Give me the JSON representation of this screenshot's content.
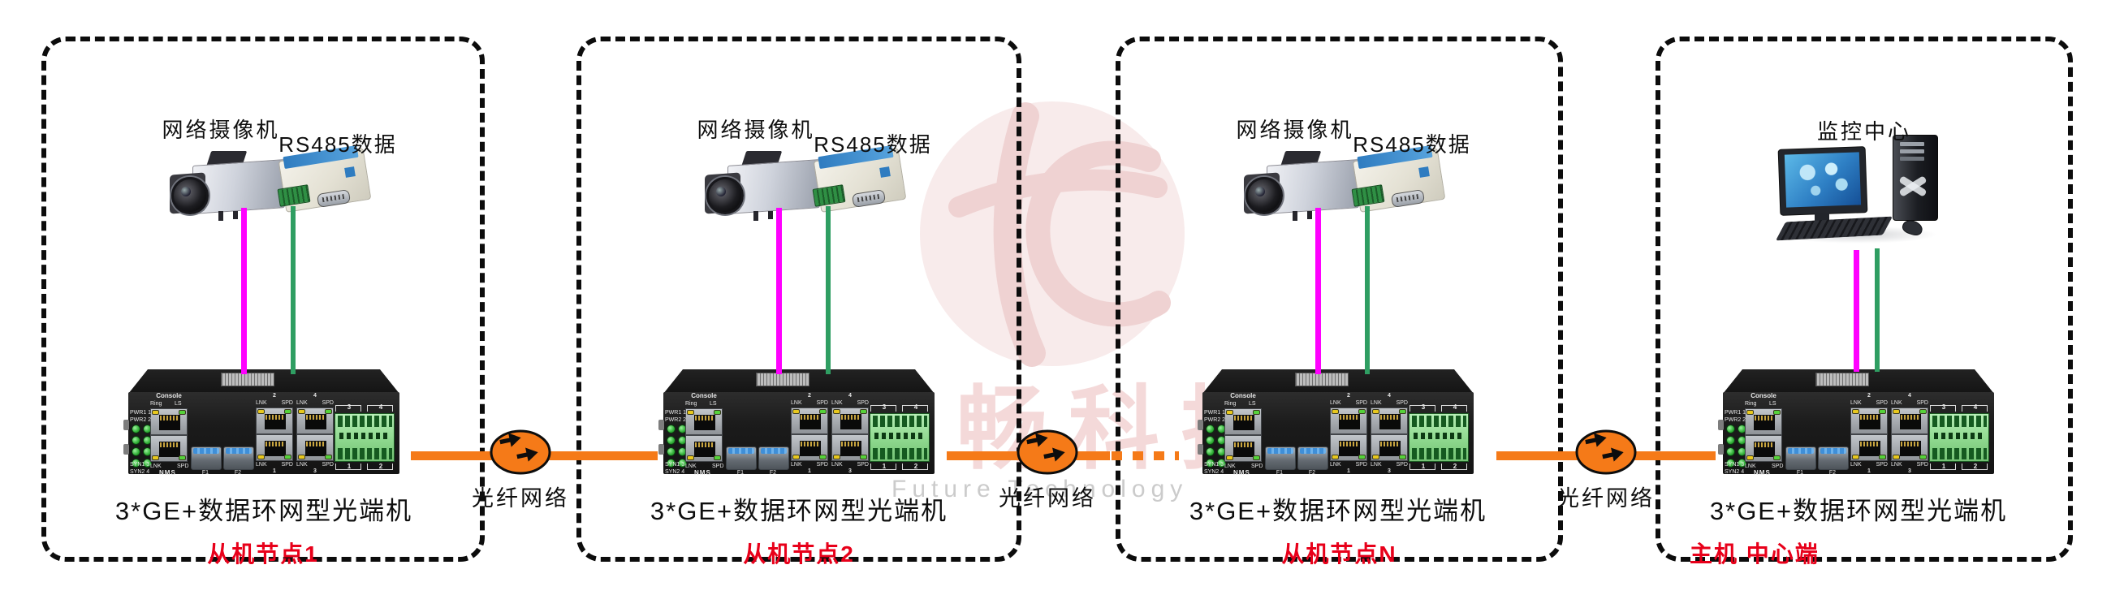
{
  "watermark": {
    "cn_text": "畅科技",
    "en_text": "Future Technology"
  },
  "nodes": [
    {
      "id": "node-1",
      "type": "camera",
      "camera_label": "网络摄像机",
      "rs485_label": "RS485数据",
      "device_label": "3*GE+数据环网型光端机",
      "node_label": "从机节点1"
    },
    {
      "id": "node-2",
      "type": "camera",
      "camera_label": "网络摄像机",
      "rs485_label": "RS485数据",
      "device_label": "3*GE+数据环网型光端机",
      "node_label": "从机节点2"
    },
    {
      "id": "node-3",
      "type": "camera",
      "camera_label": "网络摄像机",
      "rs485_label": "RS485数据",
      "device_label": "3*GE+数据环网型光端机",
      "node_label": "从机节点N"
    },
    {
      "id": "node-4",
      "type": "monitor",
      "monitor_label": "监控中心",
      "device_label": "3*GE+数据环网型光端机",
      "node_label": "主机 中心端"
    }
  ],
  "connectors": [
    {
      "label": "光纤网络"
    },
    {
      "label": "光纤网络"
    },
    {
      "label": "光纤网络"
    }
  ],
  "switch_panel": {
    "console": "Console",
    "ring": "Ring",
    "ls": "LS",
    "pwr1": "PWR1 1",
    "pwr2": "PWR2 2",
    "syn1": "SYN1 3",
    "syn2": "SYN2 4",
    "lnk": "LNK",
    "spd": "SPD",
    "nms": "NMS",
    "sfp1": "F1",
    "sfp2": "F2",
    "port_num_top_a": "2",
    "port_num_top_b": "4",
    "port_num_bottom_a": "1",
    "port_num_bottom_b": "3",
    "tb_num_top_a": "3",
    "tb_num_top_b": "4",
    "tb_num_bottom_a": "1",
    "tb_num_bottom_b": "2"
  },
  "colors": {
    "fiber_orange": "#f57a18",
    "camera_line_magenta": "#ff00ff",
    "rs485_line_green": "#2f9e62",
    "node_label_red": "#e8001a",
    "watermark_pink": "#f4d9d9",
    "watermark_gray": "#cbcbcb"
  }
}
